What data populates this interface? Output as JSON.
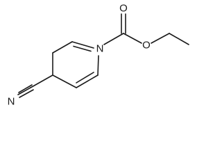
{
  "molecule": {
    "atoms": {
      "ring_nitrogen": "N",
      "carbonyl_oxygen": "O",
      "ester_oxygen": "O",
      "nitrile_nitrogen": "N"
    },
    "colors": {
      "bond": "#1a1a1a",
      "background": "#ffffff"
    }
  }
}
